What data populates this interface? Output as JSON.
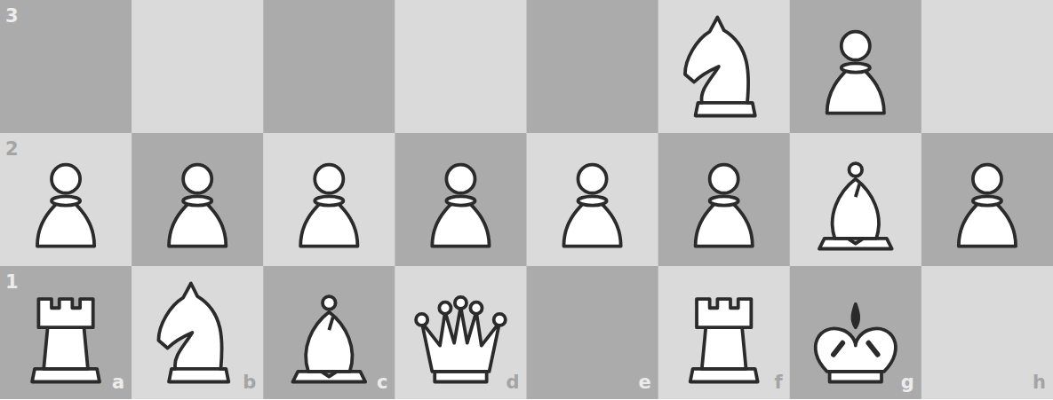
{
  "diagram": {
    "labels": [
      "3",
      "2",
      "1",
      "a",
      "b",
      "c",
      "d",
      "e",
      "f",
      "g",
      "h"
    ]
  }
}
